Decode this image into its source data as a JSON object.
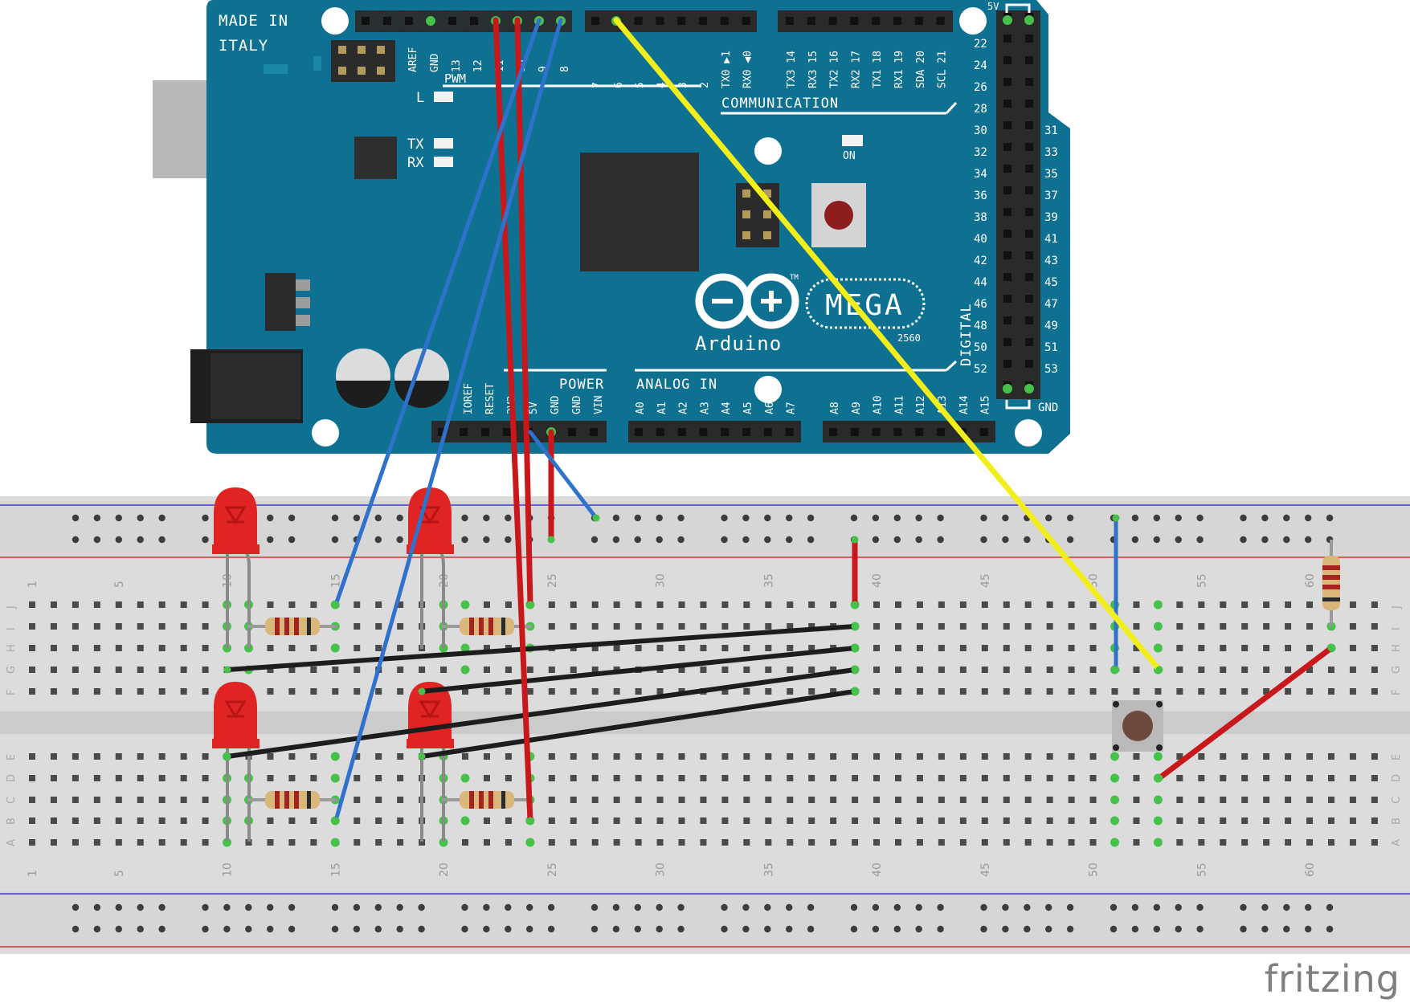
{
  "board": {
    "made_in": "MADE IN",
    "country": "ITALY",
    "brand": "Arduino",
    "model": "MEGA",
    "model_number": "2560",
    "tm": "TM",
    "pwm_label": "PWM",
    "communication_label": "COMMUNICATION",
    "power_label": "POWER",
    "analog_label": "ANALOG IN",
    "digital_label": "DIGITAL",
    "on_label": "ON",
    "led_l": "L",
    "led_tx": "TX",
    "led_rx": "RX",
    "pin_5v_top": "5V",
    "pin_gnd_right": "GND",
    "top_pins_left": [
      "AREF",
      "GND",
      "13",
      "12",
      "11",
      "10",
      "9",
      "8"
    ],
    "top_pins_mid": [
      "7",
      "6",
      "5",
      "4",
      "3",
      "2",
      "TX0 ▶1",
      "RX0 ◀0"
    ],
    "top_pins_right": [
      "TX3 14",
      "RX3 15",
      "TX2 16",
      "RX2 17",
      "TX1 18",
      "RX1 19",
      "SDA 20",
      "SCL 21"
    ],
    "power_pins": [
      "IOREF",
      "RESET",
      "3V3",
      "5V",
      "GND",
      "GND",
      "VIN"
    ],
    "analog_pins_a": [
      "A0",
      "A1",
      "A2",
      "A3",
      "A4",
      "A5",
      "A6",
      "A7"
    ],
    "analog_pins_b": [
      "A8",
      "A9",
      "A10",
      "A11",
      "A12",
      "A13",
      "A14",
      "A15"
    ],
    "digital_left": [
      "22",
      "24",
      "26",
      "28",
      "30",
      "32",
      "34",
      "36",
      "38",
      "40",
      "42",
      "44",
      "46",
      "48",
      "50",
      "52"
    ],
    "digital_right": [
      "31",
      "33",
      "35",
      "37",
      "39",
      "41",
      "43",
      "45",
      "47",
      "49",
      "51",
      "53"
    ]
  },
  "breadboard": {
    "column_numbers": [
      "1",
      "5",
      "10",
      "15",
      "20",
      "25",
      "30",
      "35",
      "40",
      "45",
      "50",
      "55",
      "60"
    ],
    "rows_top": [
      "J",
      "I",
      "H",
      "G",
      "F"
    ],
    "rows_bottom": [
      "E",
      "D",
      "C",
      "B",
      "A"
    ]
  },
  "colors": {
    "board": "#0f7191",
    "wire_red": "#c8181b",
    "wire_blue": "#2f72cc",
    "wire_yellow": "#f2ee1c",
    "wire_black": "#1d1d1d",
    "led": "#e42b2b",
    "breadboard": "#dedede"
  },
  "logo": "fritzing"
}
